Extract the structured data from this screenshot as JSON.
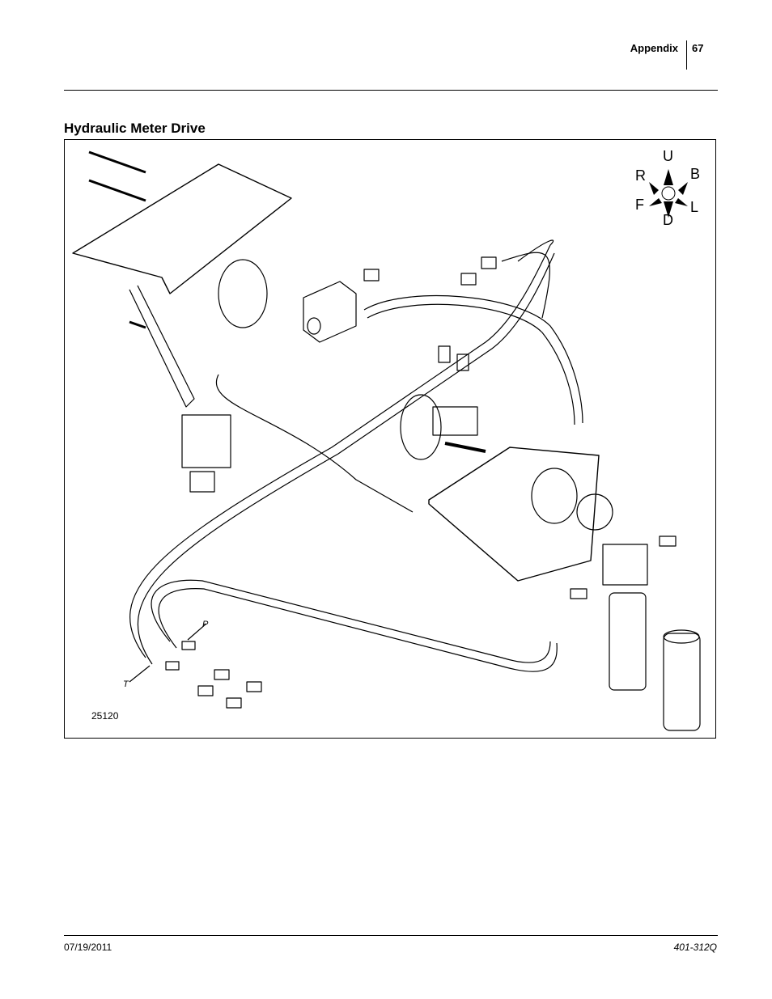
{
  "header": {
    "section": "Appendix",
    "page_number": "67"
  },
  "title": "Hydraulic Meter Drive",
  "figure": {
    "figure_number": "25120",
    "compass": {
      "up": "U",
      "down": "D",
      "right": "R",
      "back": "B",
      "front": "F",
      "left": "L"
    },
    "hose_labels": {
      "pressure": "P",
      "tank": "T"
    }
  },
  "footer": {
    "date": "07/19/2011",
    "doc_number": "401-312Q"
  }
}
